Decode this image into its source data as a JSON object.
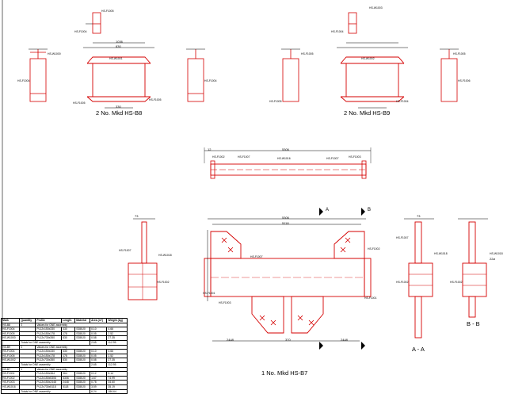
{
  "views": {
    "b8_caption": "2 No. Mkd HS-B8",
    "b9_caption": "2 No. Mkd HS-B9",
    "b7_caption": "1 No. Mkd HS-B7",
    "section_aa": "A - A",
    "section_bb": "B - B",
    "marker_a": "A",
    "marker_b": "B"
  },
  "part_labels": {
    "b8": [
      "HS-F1004",
      "HS-F1005",
      "HS-W1001",
      "HS-F1004",
      "HS-F1005",
      "HS-W1000",
      "HS-F1005",
      "HS-F1004"
    ],
    "b9": [
      "HS-W1003",
      "HS-F1004",
      "HS-F1005",
      "HS-W1002",
      "HS-F1005",
      "HS-F1004",
      "HS-F1006",
      "HS-F1005"
    ],
    "b7_top": [
      "HS-F1002",
      "HS-F1007",
      "HS-W1016",
      "HS-F1007",
      "HS-F1003"
    ],
    "b7_side": [
      "HS-F1007",
      "HS-W1018",
      "HS-F1002",
      "HS-F1007",
      "HS-F1003",
      "HS-F1001",
      "HS-F1002",
      "HS-F1001",
      "HS-F1007",
      "HS-W1018",
      "HS-F1002",
      "HS-W1018",
      "HS-F1002"
    ]
  },
  "dimensions": {
    "b8_top_width": "1036",
    "b8_inner_width": "830",
    "b8_bottom_width": "330",
    "b7_top_overall": "5306",
    "b7_plan_overall": "5306",
    "b7_plan_inner": "5118",
    "b7_bottom_left": "2448",
    "b7_bottom_right": "2448",
    "b7_bottom_mid": "370",
    "side_widths": [
      "73",
      "73"
    ],
    "plate_thk": "12",
    "note_22": "22ø"
  },
  "bom": {
    "headers": [
      "Mark",
      "Quantity",
      "Profile",
      "Length",
      "Material",
      "Area (m²)",
      "Weight (kg)"
    ],
    "groups": [
      {
        "mark": "HS-B8",
        "qty": "2",
        "summary": "Values for ONE assembly",
        "rows": [
          [
            "HS-F1004",
            "",
            "PL12x150x330",
            "330",
            "S355J0",
            "0.10",
            "4.66"
          ],
          [
            "HS-F1005",
            "",
            "PL12x150x178",
            "178",
            "S355J0",
            "0.05",
            "2.52"
          ],
          [
            "HS-W1000",
            "",
            "PL12x730x350",
            "830",
            "S355J0",
            "0.58",
            "27.35"
          ]
        ],
        "total_label": "Totals for ONE assembly",
        "total_area": "2.65",
        "total_weight": "112.95"
      },
      {
        "mark": "HS-B9",
        "qty": "2",
        "summary": "Values for ONE assembly",
        "rows": [
          [
            "HS-F1004",
            "",
            "PL12x150x330",
            "330",
            "S355J0",
            "0.10",
            "4.66"
          ],
          [
            "HS-F1005",
            "",
            "PL12x150x178",
            "178",
            "S355J0",
            "0.05",
            "2.52"
          ],
          [
            "HS-W1002",
            "",
            "PL12x730x350",
            "830",
            "S355J0",
            "0.58",
            "27.35"
          ]
        ],
        "total_label": "Totals for ONE assembly",
        "total_area": "2.65",
        "total_weight": "112.95"
      },
      {
        "mark": "HS-B7",
        "qty": "1",
        "summary": "Values for ONE assembly",
        "rows": [
          [
            "HS-F1001",
            "",
            "PL12x150x364",
            "364",
            "S355J0",
            "0.12",
            "5.14"
          ],
          [
            "HS-F1002",
            "",
            "PL12x150x5306",
            "5306",
            "S355J0",
            "1.67",
            "74.99"
          ],
          [
            "HS-F1003",
            "",
            "PL12x150x2448",
            "2448",
            "S355J0",
            "0.78",
            "34.60"
          ],
          [
            "HS-W1016",
            "",
            "PL12x730x5118",
            "5118",
            "S355J0",
            "3.59",
            "35.19"
          ]
        ],
        "total_label": "Totals for ONE assembly",
        "total_area": "6.24",
        "total_weight": "186.64"
      }
    ]
  },
  "colors": {
    "linework": "#d40000",
    "dimension": "#000000",
    "background": "#ffffff"
  }
}
